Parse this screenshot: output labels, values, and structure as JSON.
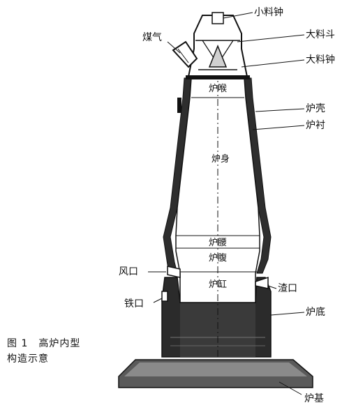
{
  "labels": {
    "small_bell": "小料钟",
    "large_hopper": "大料斗",
    "large_bell": "大料钟",
    "gas": "煤气",
    "throat": "炉喉",
    "shell": "炉壳",
    "lining": "炉衬",
    "stack": "炉身",
    "belly": "炉腰",
    "bosh": "炉腹",
    "tuyere": "风口",
    "hearth": "炉缸",
    "slag_notch": "渣口",
    "iron_notch": "铁口",
    "hearth_bottom": "炉底",
    "foundation": "炉基"
  },
  "caption": {
    "line1": "图 1　高炉内型",
    "line2": "构造示意"
  }
}
